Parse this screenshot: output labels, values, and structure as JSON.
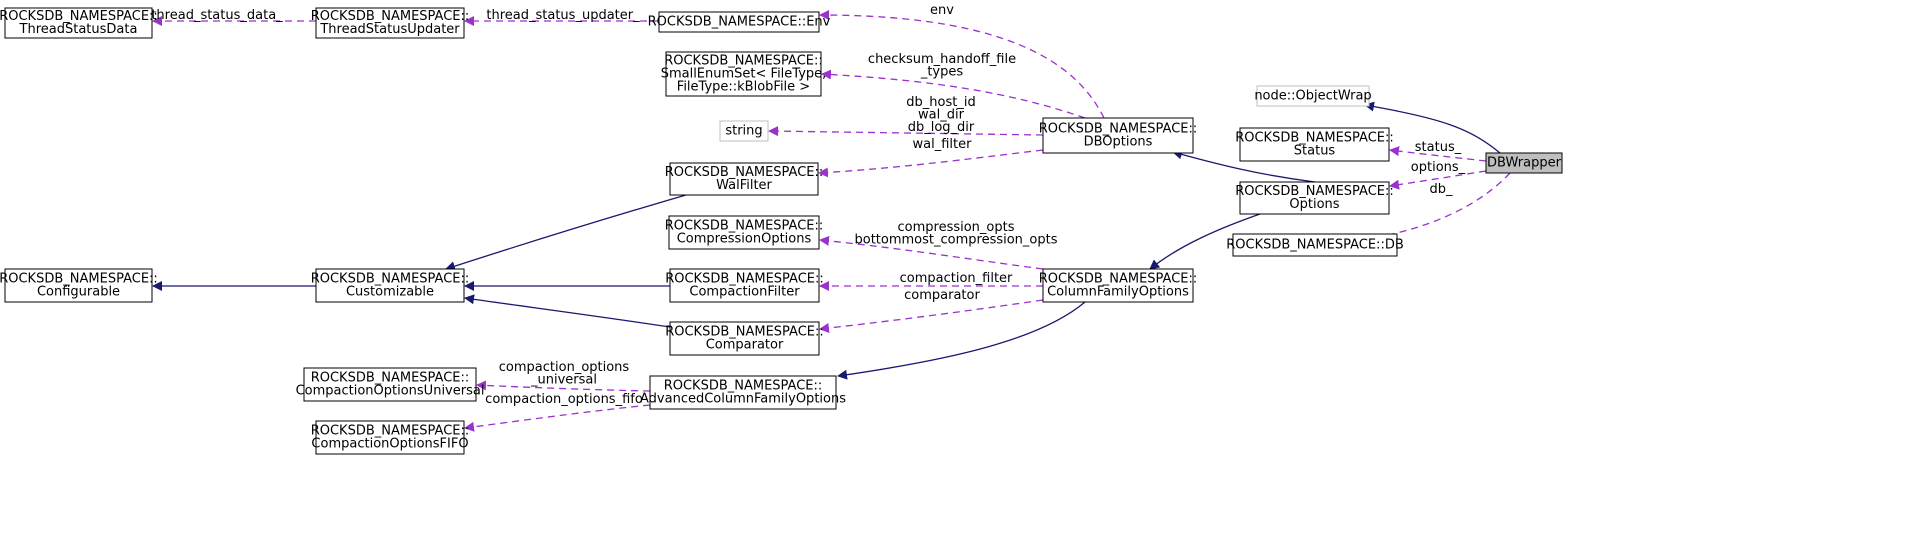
{
  "colors": {
    "inheritance": "#191970",
    "usage": "#9a32cd",
    "focus_fill": "#bfbfbf"
  },
  "nodes": {
    "threadstatusdata": [
      "ROCKSDB_NAMESPACE::",
      "ThreadStatusData"
    ],
    "threadstatusupdater": [
      "ROCKSDB_NAMESPACE::",
      "ThreadStatusUpdater"
    ],
    "env": [
      "ROCKSDB_NAMESPACE::Env"
    ],
    "smallenumset": [
      "ROCKSDB_NAMESPACE::",
      "SmallEnumSet< FileType,",
      "FileType::kBlobFile >"
    ],
    "string": [
      "string"
    ],
    "dboptions": [
      "ROCKSDB_NAMESPACE::",
      "DBOptions"
    ],
    "walfilter": [
      "ROCKSDB_NAMESPACE::",
      "WalFilter"
    ],
    "objectwrap": [
      "node::ObjectWrap"
    ],
    "status": [
      "ROCKSDB_NAMESPACE::",
      "Status"
    ],
    "dbwrapper": [
      "DBWrapper"
    ],
    "options": [
      "ROCKSDB_NAMESPACE::",
      "Options"
    ],
    "db": [
      "ROCKSDB_NAMESPACE::DB"
    ],
    "compressionoptions": [
      "ROCKSDB_NAMESPACE::",
      "CompressionOptions"
    ],
    "configurable": [
      "ROCKSDB_NAMESPACE::",
      "Configurable"
    ],
    "customizable": [
      "ROCKSDB_NAMESPACE::",
      "Customizable"
    ],
    "compactionfilter": [
      "ROCKSDB_NAMESPACE::",
      "CompactionFilter"
    ],
    "columnfamilyoptions": [
      "ROCKSDB_NAMESPACE::",
      "ColumnFamilyOptions"
    ],
    "comparator": [
      "ROCKSDB_NAMESPACE::",
      "Comparator"
    ],
    "compactionoptionsuniversal": [
      "ROCKSDB_NAMESPACE::",
      "CompactionOptionsUniversal"
    ],
    "advancedcolumnfamilyoptions": [
      "ROCKSDB_NAMESPACE::",
      "AdvancedColumnFamilyOptions"
    ],
    "compactionoptionsfifo": [
      "ROCKSDB_NAMESPACE::",
      "CompactionOptionsFIFO"
    ]
  },
  "edge_labels": {
    "thread_status_data": [
      "thread_status_data_"
    ],
    "thread_status_updater": [
      "thread_status_updater_"
    ],
    "env": [
      "env"
    ],
    "checksum_handoff": [
      "checksum_handoff_file",
      "_types"
    ],
    "string_members": [
      "db_host_id",
      "wal_dir",
      "db_log_dir"
    ],
    "wal_filter": [
      "wal_filter"
    ],
    "status": [
      "status_"
    ],
    "options": [
      "options_"
    ],
    "db": [
      "db_"
    ],
    "compression_opts": [
      "compression_opts",
      "bottommost_compression_opts"
    ],
    "compaction_filter": [
      "compaction_filter"
    ],
    "comparator": [
      "comparator"
    ],
    "compaction_options_universal": [
      "compaction_options",
      "_universal"
    ],
    "compaction_options_fifo": [
      "compaction_options_fifo"
    ]
  }
}
